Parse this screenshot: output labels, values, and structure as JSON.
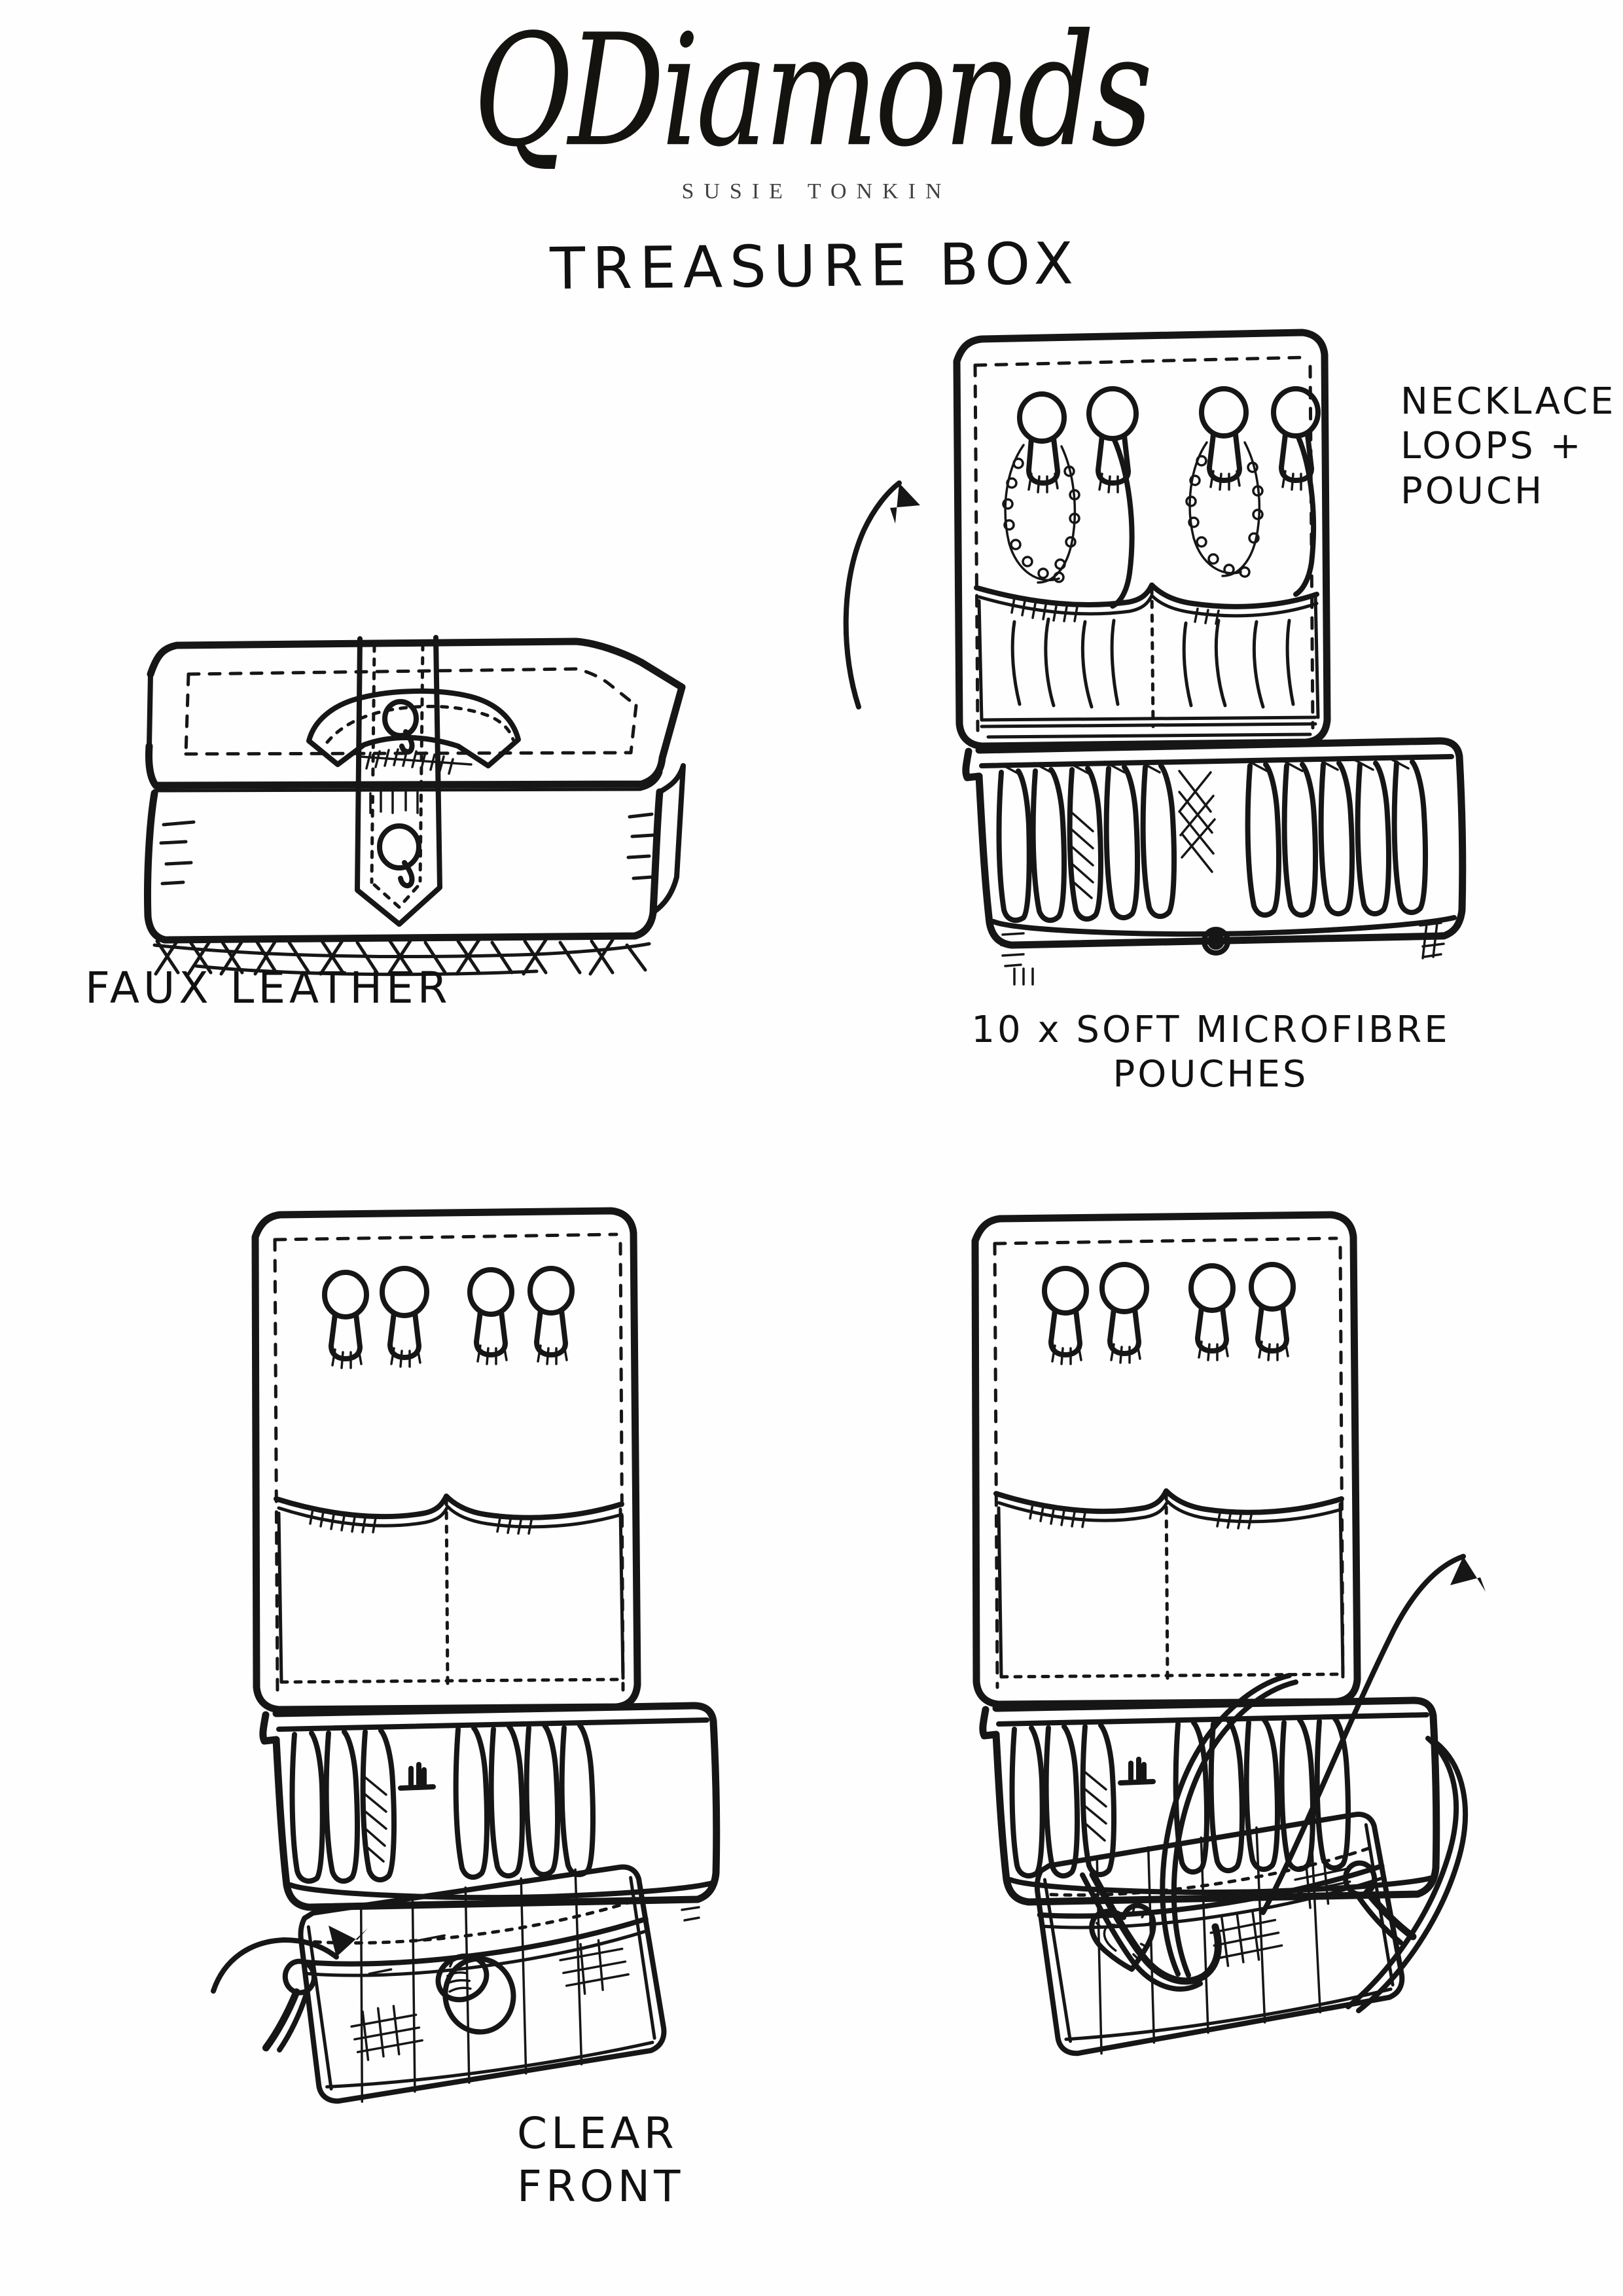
{
  "sheet": {
    "background_color": "#fefefe",
    "ink_color": "#161616"
  },
  "brand": {
    "logo_text": "QDiamonds",
    "logo_letter_q": "Q",
    "logo_word": "Diamonds",
    "designer": "SUSIE TONKIN"
  },
  "title": "TREASURE BOX",
  "figures": [
    {
      "id": "closed-box",
      "name": "faux-leather-closed-box",
      "caption": "FAUX LEATHER",
      "details": {
        "strap_monogram": "Q",
        "monogram_count": 2,
        "stitching": "dashed",
        "base_shading": "cross-hatch"
      }
    },
    {
      "id": "open-box-pouches",
      "name": "open-box-with-pouches",
      "caption": "10 x SOFT MICROFIBRE\nPOUCHES",
      "annotation": "NECKLACE\nLOOPS +\nPOUCH",
      "annotation_lines": [
        "NECKLACE",
        "LOOPS +",
        "POUCH"
      ],
      "details": {
        "necklace_loops": 4,
        "lid_pockets": 2,
        "pouches_visible": 10,
        "clasp": "round stud",
        "arrow": "curved-up"
      }
    },
    {
      "id": "clear-front-pouch",
      "name": "open-box-with-clear-front-pouch",
      "caption": "CLEAR\nFRONT",
      "caption_lines": [
        "CLEAR",
        "FRONT"
      ],
      "details": {
        "necklace_loops": 4,
        "lid_pockets": 2,
        "pouch_contents": "ring",
        "drawstring_toggle": 1,
        "arrow": "straight-left"
      }
    },
    {
      "id": "necklace-pouch",
      "name": "open-box-with-necklace-pouch",
      "caption": "",
      "details": {
        "necklace_loops": 4,
        "lid_pockets": 2,
        "pouch_contents": "heart pendant necklace",
        "drawstring_toggle": 1,
        "arrow": "curved-up-right"
      }
    }
  ]
}
